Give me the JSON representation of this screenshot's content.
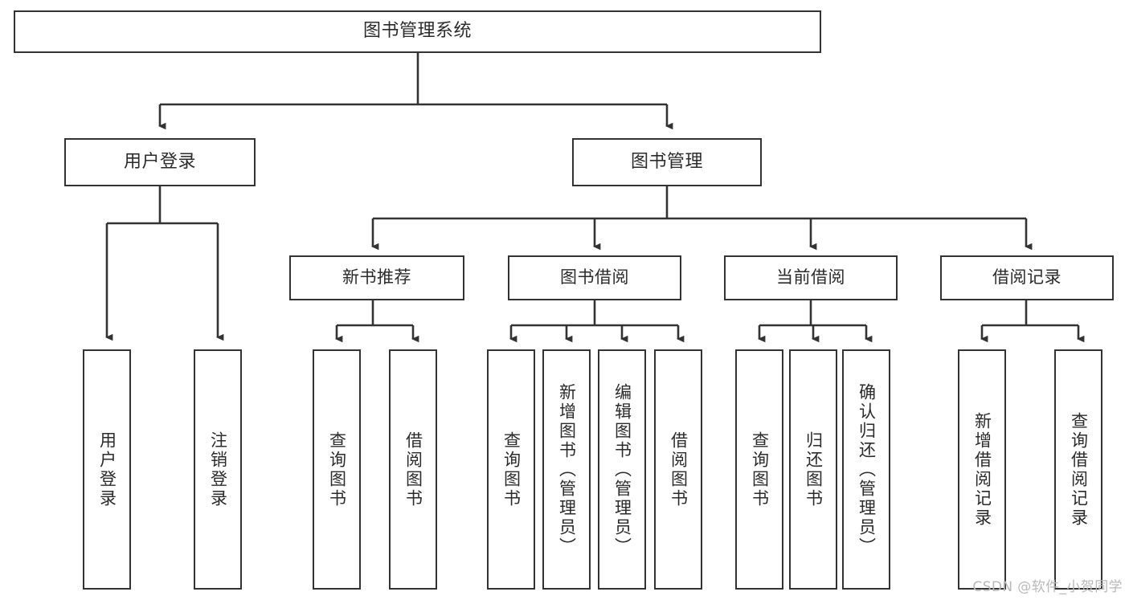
{
  "diagram": {
    "title": "图书管理系统",
    "watermark": "CSDN @软件_小贺同学",
    "colors": {
      "box_border": "#333333",
      "box_fill": "#ffffff",
      "edge": "#333333",
      "text": "#2b2b2b",
      "watermark": "#b9b9b9"
    },
    "nodes": {
      "root": {
        "label": "图书管理系统"
      },
      "level1": [
        {
          "id": "user-login",
          "label": "用户登录"
        },
        {
          "id": "book-manage",
          "label": "图书管理"
        }
      ],
      "level2": [
        {
          "id": "new-book-recommend",
          "label": "新书推荐"
        },
        {
          "id": "book-borrow",
          "label": "图书借阅"
        },
        {
          "id": "current-borrow",
          "label": "当前借阅"
        },
        {
          "id": "borrow-record",
          "label": "借阅记录"
        }
      ],
      "leaves": [
        {
          "id": "leaf-user-login",
          "label": "用户登录",
          "parent": "user-login"
        },
        {
          "id": "leaf-logout",
          "label": "注销登录",
          "parent": "user-login"
        },
        {
          "id": "leaf-query-book-1",
          "label": "查询图书",
          "parent": "new-book-recommend"
        },
        {
          "id": "leaf-borrow-book-1",
          "label": "借阅图书",
          "parent": "new-book-recommend"
        },
        {
          "id": "leaf-query-book-2",
          "label": "查询图书",
          "parent": "book-borrow"
        },
        {
          "id": "leaf-add-book",
          "label": "新增图书（管理员）",
          "parent": "book-borrow"
        },
        {
          "id": "leaf-edit-book",
          "label": "编辑图书（管理员）",
          "parent": "book-borrow"
        },
        {
          "id": "leaf-borrow-book-2",
          "label": "借阅图书",
          "parent": "book-borrow"
        },
        {
          "id": "leaf-query-book-3",
          "label": "查询图书",
          "parent": "current-borrow"
        },
        {
          "id": "leaf-return-book",
          "label": "归还图书",
          "parent": "current-borrow"
        },
        {
          "id": "leaf-confirm-return",
          "label": "确认归还（管理员）",
          "parent": "current-borrow"
        },
        {
          "id": "leaf-add-record",
          "label": "新增借阅记录",
          "parent": "borrow-record"
        },
        {
          "id": "leaf-query-record",
          "label": "查询借阅记录",
          "parent": "borrow-record"
        }
      ]
    }
  }
}
